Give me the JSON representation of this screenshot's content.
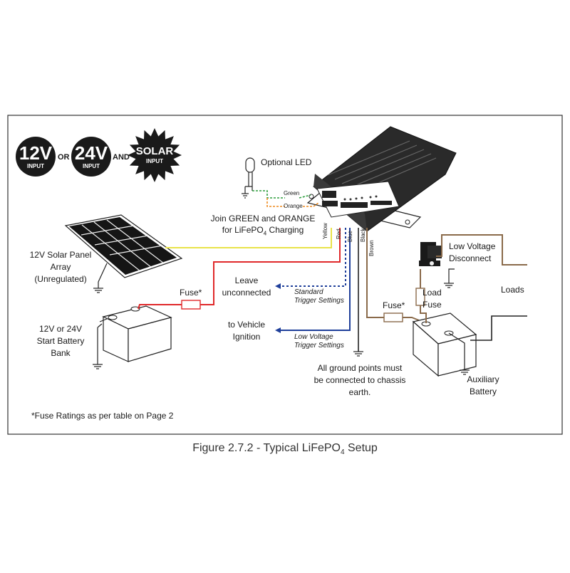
{
  "badges": {
    "b12": {
      "big": "12V",
      "small": "INPUT"
    },
    "or_text": "OR",
    "b24": {
      "big": "24V",
      "small": "INPUT"
    },
    "and_text": "AND",
    "solar": {
      "big": "SOLAR",
      "small": "INPUT"
    }
  },
  "labels": {
    "optional_led": "Optional LED",
    "join_line1": "Join GREEN and ORANGE",
    "join_line2_pre": "for LiFePO",
    "join_sub": "4",
    "join_line2_post": " Charging",
    "solar_panel": [
      "12V Solar Panel",
      "Array",
      "(Unregulated)"
    ],
    "fuse_left": "Fuse*",
    "start_battery": [
      "12V or 24V",
      "Start Battery",
      "Bank"
    ],
    "leave": [
      "Leave",
      "unconnected"
    ],
    "standard_trigger": [
      "Standard",
      "Trigger Settings"
    ],
    "ignition": [
      "to Vehicle",
      "Ignition"
    ],
    "lowv_trigger": [
      "Low Voltage",
      "Trigger Settings"
    ],
    "ground_note": [
      "All ground points must",
      "be connected to chassis",
      "earth."
    ],
    "fuse_right": "Fuse*",
    "lvd": [
      "Low Voltage",
      "Disconnect"
    ],
    "load_fuse": [
      "Load",
      "Fuse"
    ],
    "loads": "Loads",
    "aux_battery": [
      "Auxiliary",
      "Battery"
    ],
    "footnote": "*Fuse Ratings as per table on Page 2"
  },
  "wires": {
    "green": "Green",
    "orange": "Orange",
    "yellow": "Yellow",
    "red": "Red",
    "blue": "Blue",
    "black": "Black",
    "brown": "Brown"
  },
  "caption": {
    "pre": "Figure 2.7.2 - Typical LiFePO",
    "sub": "4",
    "post": " Setup"
  },
  "colors": {
    "yellow": "#e9e34a",
    "red": "#e0282a",
    "blue": "#1f3f9a",
    "green": "#2e9e3e",
    "orange": "#ee8a1e",
    "brown": "#8a6a4a",
    "black": "#222222"
  }
}
